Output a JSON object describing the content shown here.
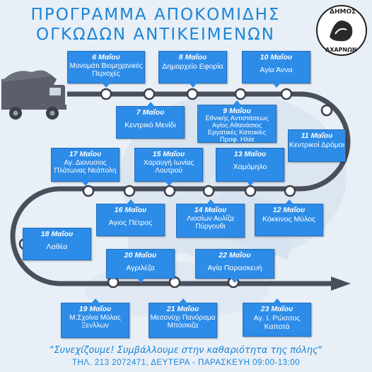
{
  "header": {
    "title_line_1": "ΠΡΟΓΡΑΜΜΑ ΑΠΟΚΟΜΙΔΗΣ",
    "title_line_2": "ΟΓΚΩΔΩΝ ΑΝΤΙΚΕΙΜΕΝΩΝ"
  },
  "logo": {
    "top_text": "ΔΗΜΟΣ",
    "bottom_text": "ΑΧΑΡΝΩΝ",
    "icon": "municipality-seal-icon"
  },
  "colors": {
    "title_blue": "#1b84d6",
    "box_blue": "#2d8ce8",
    "road_gray": "#4a4f5c",
    "truck_gray": "#5a5f6b"
  },
  "schedule": [
    {
      "date": "6 Μαΐου",
      "place": "Μονομάτι Βιομηχανικές Περιοχές"
    },
    {
      "date": "8 Μαΐου",
      "place": "Δημαρχείο Εφορία"
    },
    {
      "date": "10 Μαΐου",
      "place": "Αγία Άννα"
    },
    {
      "date": "7 Μαΐου",
      "place": "Κεντρικό Μενίδι"
    },
    {
      "date": "9 Μαΐου",
      "place": "Εθνικής Αντιστάσεως Αγίος Αθανάσιος Εργατικές Κατοικίες Προφ. Ηλία"
    },
    {
      "date": "11 Μαΐου",
      "place": "Κεντρικοί Δρόμοι"
    },
    {
      "date": "17 Μαΐου",
      "place": "Αγ. Διονυσιος Πλάτωνας Νεάπολη"
    },
    {
      "date": "15 Μαΐου",
      "place": "Χαραυγή Ιωνίας Λουτρού"
    },
    {
      "date": "13 Μαΐου",
      "place": "Χαμόμηλο"
    },
    {
      "date": "16 Μαΐου",
      "place": "Αγιος Πέτρος"
    },
    {
      "date": "14 Μαΐου",
      "place": "Λιοσίων Αυλίζα Πύργουθι"
    },
    {
      "date": "12 Μαΐου",
      "place": "Κόκκινος Μύλος"
    },
    {
      "date": "18 Μαΐου",
      "place": "Λαθέα"
    },
    {
      "date": "20 Μαΐου",
      "place": "Αγριλέζα"
    },
    {
      "date": "22 Μαΐου",
      "place": "Αγία Παρασκευή"
    },
    {
      "date": "19 Μαΐου",
      "place": "Μ.Σχοίνα Μόλας Ξενλλων"
    },
    {
      "date": "21 Μαΐου",
      "place": "Μεσονύχι Πανόραμα Μπόσκιζα"
    },
    {
      "date": "23 Μαΐου",
      "place": "Αγ. Ι. Ρώσσος Καποτά"
    }
  ],
  "footer": {
    "slogan": "\"Συνεχίζουμε! Συμβάλλουμε στην καθαριότητα της πόλης\"",
    "contact": "ΤΗΛ. 213 2072471, ΔΕΥΤΕΡΑ - ΠΑΡΑΣΚΕΥΗ  09:00-13:00"
  },
  "icons": {
    "truck": "dump-truck-icon",
    "arrow": "arrow-right-icon"
  }
}
